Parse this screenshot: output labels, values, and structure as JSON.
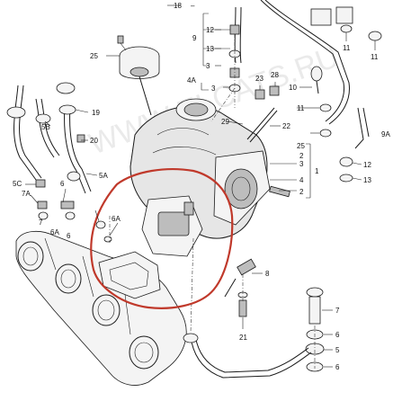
{
  "watermark": "WWW.ELCATS.RU",
  "highlight_color": "#c0392b",
  "labels": {
    "p18": "18",
    "p12_top": "12",
    "p9": "9",
    "p13_top": "13",
    "p3_top": "3",
    "p11_top": "11",
    "p11_mid": "11",
    "p11_low": "11",
    "p25_left": "25",
    "p4a": "4A",
    "p3_mid": "3",
    "p23": "23",
    "p28": "28",
    "p10": "10",
    "p19": "19",
    "p29": "29",
    "p22": "22",
    "p5b": "5B",
    "p20": "20",
    "p9a": "9A",
    "p25_right": "25",
    "p2_a": "2",
    "p3_right": "3",
    "p1": "1",
    "p5a": "5A",
    "p12_right": "12",
    "p13_right": "13",
    "p4": "4",
    "p5c": "5C",
    "p2_b": "2",
    "p7a": "7A",
    "p6_l": "6",
    "p6a_mid": "6A",
    "p7": "7",
    "p6a_low": "6A",
    "p6_low": "6",
    "p8": "8",
    "p21": "21",
    "p7_right": "7",
    "p6_r1": "6",
    "p5": "5",
    "p6_r2": "6"
  }
}
